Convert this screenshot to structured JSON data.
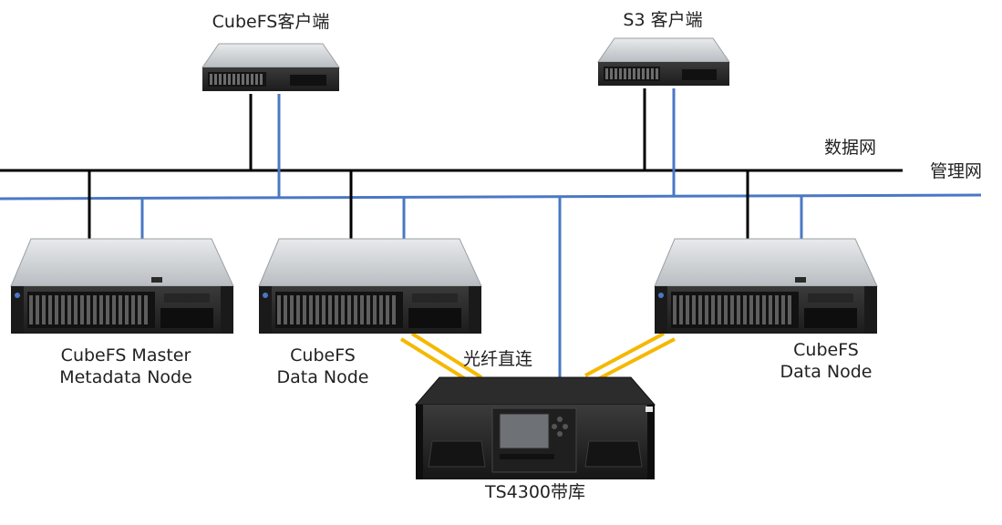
{
  "colors": {
    "data_network": "#000000",
    "mgmt_network": "#4a78c4",
    "fiber": "#f5b800",
    "server_body": "#2e2e2e",
    "server_top": "#d9dcdf"
  },
  "networks": {
    "data_label": "数据网",
    "mgmt_label": "管理网"
  },
  "nodes": {
    "cubefs_client": {
      "label": "CubeFS客户端",
      "icon": "rack-server-icon"
    },
    "s3_client": {
      "label": "S3 客户端",
      "icon": "rack-server-icon"
    },
    "master_node": {
      "label_line1": "CubeFS Master",
      "label_line2": "Metadata Node",
      "icon": "rack-server-icon"
    },
    "data_node_1": {
      "label_line1": "CubeFS",
      "label_line2": "Data Node",
      "icon": "rack-server-icon"
    },
    "data_node_2": {
      "label_line1": "CubeFS",
      "label_line2": "Data Node",
      "icon": "rack-server-icon"
    },
    "tape_library": {
      "label": "TS4300带库",
      "icon": "tape-library-icon"
    }
  },
  "fiber_label": "光纤直连"
}
